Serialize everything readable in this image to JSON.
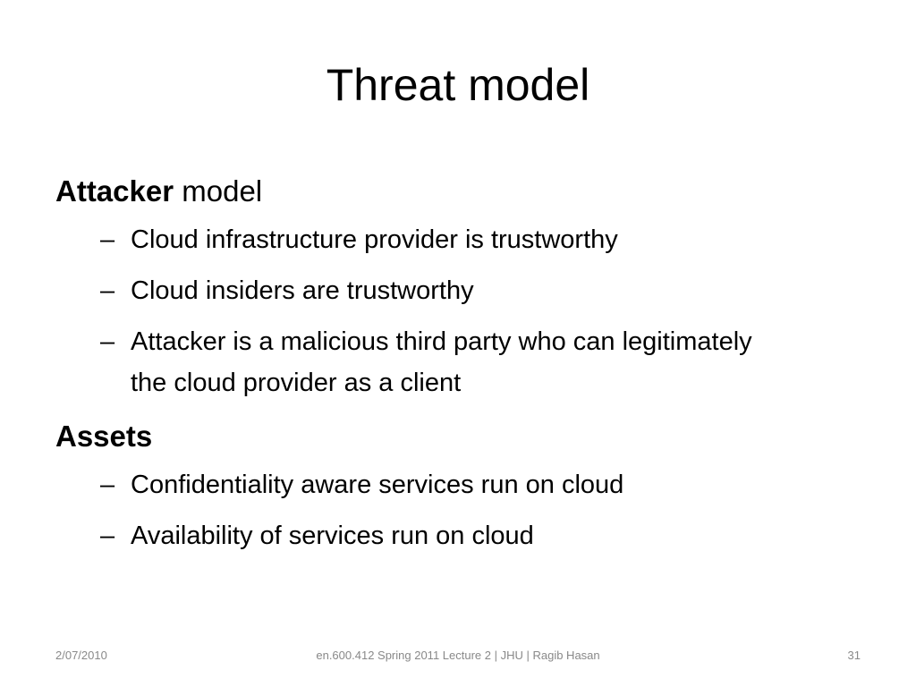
{
  "slide": {
    "title": "Threat model",
    "sections": [
      {
        "heading_bold": "Attacker",
        "heading_rest": " model",
        "items": [
          "Cloud infrastructure provider is trustworthy",
          "Cloud insiders are trustworthy",
          "Attacker is a malicious third party who can legitimately the cloud provider as a client"
        ]
      },
      {
        "heading_bold": "Assets",
        "heading_rest": "",
        "items": [
          "Confidentiality aware services run on cloud",
          "Availability of services run on cloud"
        ]
      }
    ],
    "bullet_dash": "–"
  },
  "footer": {
    "date": "2/07/2010",
    "center": "en.600.412 Spring 2011 Lecture 2 | JHU | Ragib Hasan",
    "page": "31"
  }
}
